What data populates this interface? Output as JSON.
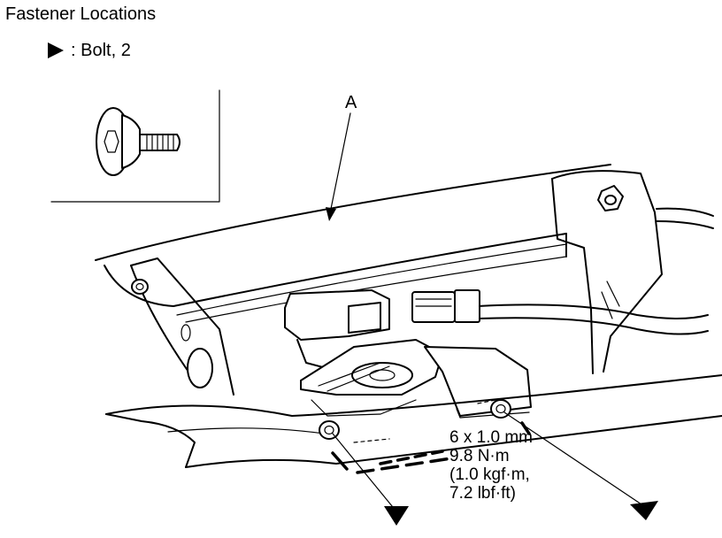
{
  "title": "Fastener Locations",
  "legend": {
    "symbol": "triangle-marker-icon",
    "label": ": Bolt, 2"
  },
  "callout": {
    "label": "A"
  },
  "torque_spec": {
    "lines": [
      "6 x 1.0 mm",
      "9.8 N·m",
      "(1.0 kgf·m,",
      "7.2 lbf·ft)"
    ]
  }
}
